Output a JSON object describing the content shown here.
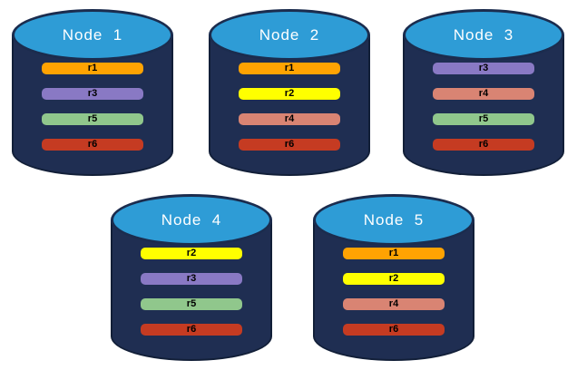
{
  "palette": {
    "cylinder_body": "#1F2E52",
    "cylinder_outline": "#121F38",
    "cylinder_top_fill": "#2E9CD6",
    "title_text": "#FFFFFF",
    "bar_text": "#000000",
    "replica_colors": {
      "r1": "#FFA302",
      "r2": "#FFFF00",
      "r3": "#8979C4",
      "r4": "#D98473",
      "r5": "#90C78C",
      "r6": "#C53B22"
    }
  },
  "nodes": [
    {
      "title": "Node  1",
      "replicas": [
        {
          "label": "r1",
          "color": "#FFA302"
        },
        {
          "label": "r3",
          "color": "#8979C4"
        },
        {
          "label": "r5",
          "color": "#90C78C"
        },
        {
          "label": "r6",
          "color": "#C53B22"
        }
      ]
    },
    {
      "title": "Node  2",
      "replicas": [
        {
          "label": "r1",
          "color": "#FFA302"
        },
        {
          "label": "r2",
          "color": "#FFFF00"
        },
        {
          "label": "r4",
          "color": "#D98473"
        },
        {
          "label": "r6",
          "color": "#C53B22"
        }
      ]
    },
    {
      "title": "Node  3",
      "replicas": [
        {
          "label": "r3",
          "color": "#8979C4"
        },
        {
          "label": "r4",
          "color": "#D98473"
        },
        {
          "label": "r5",
          "color": "#90C78C"
        },
        {
          "label": "r6",
          "color": "#C53B22"
        }
      ]
    },
    {
      "title": "Node  4",
      "replicas": [
        {
          "label": "r2",
          "color": "#FFFF00"
        },
        {
          "label": "r3",
          "color": "#8979C4"
        },
        {
          "label": "r5",
          "color": "#90C78C"
        },
        {
          "label": "r6",
          "color": "#C53B22"
        }
      ]
    },
    {
      "title": "Node  5",
      "replicas": [
        {
          "label": "r1",
          "color": "#FFA302"
        },
        {
          "label": "r2",
          "color": "#FFFF00"
        },
        {
          "label": "r4",
          "color": "#D98473"
        },
        {
          "label": "r6",
          "color": "#C53B22"
        }
      ]
    }
  ]
}
